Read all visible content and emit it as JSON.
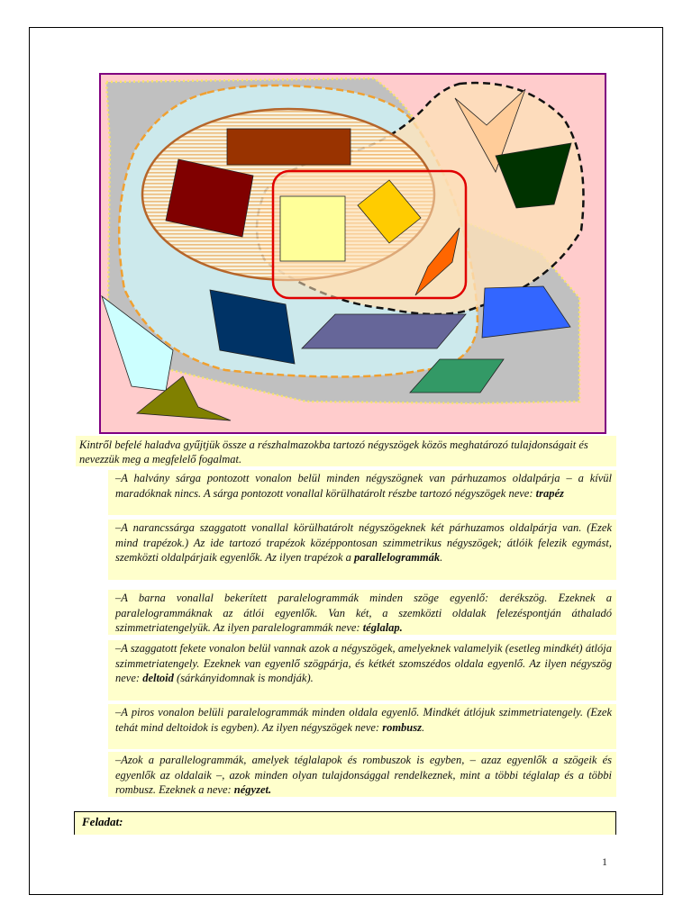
{
  "intro": "Kintről befelé haladva gyűjtjük össze a részhalmazokba tartozó négyszögek közös meghatározó tulajdonságait és nevezzük meg a megfelelő fogalmat.",
  "items": [
    {
      "text": "–A halvány sárga pontozott vonalon belül minden négyszögnek van párhuzamos oldalpárja – a kívül maradóknak nincs. A sárga pontozott vonallal körülhatárolt részbe tartozó négyszögek neve: ",
      "term": "trapéz",
      "after": ""
    },
    {
      "text": "–A narancssárga szaggatott vonallal körülhatárolt négyszögeknek két párhuzamos oldalpárja van. (Ezek mind trapézok.) Az ide tartozó trapézok középpontosan szimmetrikus négyszögek; átlóik felezik egymást, szemközti oldalpárjaik egyenlők. Az ilyen trapézok a ",
      "term": "parallelogrammák",
      "after": "."
    },
    {
      "text": "–A barna vonallal bekerített paralelogrammák minden szöge egyenlő: derékszög. Ezeknek a paralelogrammáknak az átlói egyenlők. Van két, a szemközti oldalak felezéspontján áthaladó szimmetriatengelyük. Az ilyen paralelogrammák neve: ",
      "term": "téglalap.",
      "after": ""
    },
    {
      "text": "–A szaggatott fekete vonalon belül vannak azok a négyszögek, amelyeknek valamelyik (esetleg mindkét) átlója szimmetriatengely. Ezeknek van egyenlő szögpárja, és kétkét szomszédos oldala egyenlő. Az ilyen négyszög neve: ",
      "term": "deltoid",
      "after": " (sárkányidomnak is mondják)."
    },
    {
      "text": "–A piros vonalon belüli paralelogrammák minden oldala egyenlő. Mindkét átlójuk szimmetriatengely. (Ezek tehát mind deltoidok is egyben). Az ilyen négyszögek neve: ",
      "term": "rombusz",
      "after": "."
    },
    {
      "text": "–Azok a parallelogrammák, amelyek téglalapok és rombuszok is egyben, – azaz egyenlők a szögeik és egyenlők az oldalaik –, azok minden olyan tulajdonsággal rendelkeznek, mint a többi téglalap és a többi rombusz. Ezeknek a neve: ",
      "term": "négyzet.",
      "after": ""
    }
  ],
  "task_label": "Feladat:",
  "page_number": "1",
  "colors": {
    "frame": "#800080",
    "background": "#ffcccc",
    "gray_region": "#c0c0c0",
    "light_blue_region": "#cce9ec",
    "peach_region": "#fde0b8",
    "brown_ellipse": "#b5652a",
    "red_rect": "#e00000",
    "page_bg_note": "#ffffcc"
  }
}
